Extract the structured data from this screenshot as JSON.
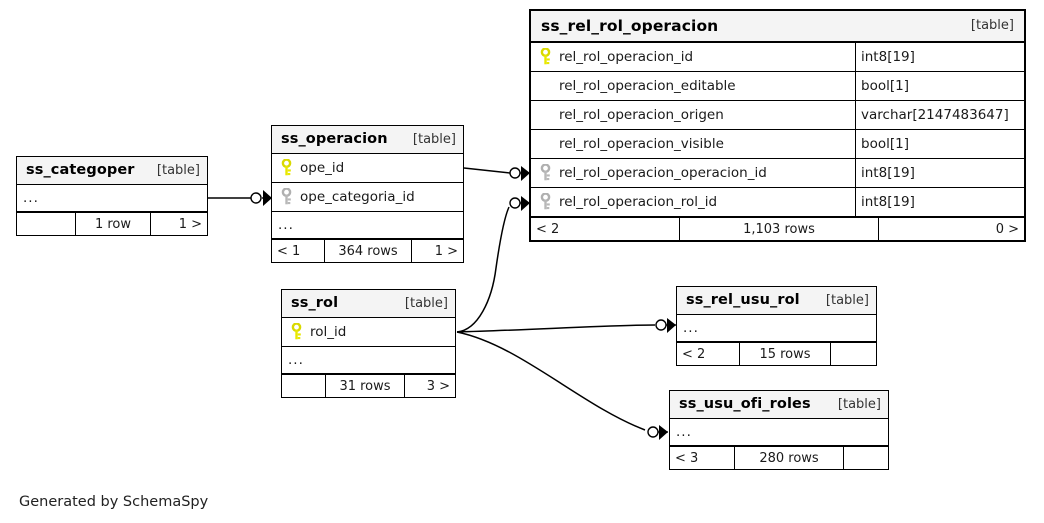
{
  "diagram": {
    "generator_text": "Generated by SchemaSpy",
    "type_label": "[table]",
    "ellipsis": "...",
    "colors": {
      "primary_key": "#e8e800",
      "foreign_key": "#b0b0b0",
      "header_bg": "#f4f4f4",
      "border": "#000000",
      "background": "#ffffff"
    }
  },
  "tables": [
    {
      "id": "ss_categoper",
      "name": "ss_categoper",
      "type": "[table]",
      "columns": [],
      "has_ellipsis": true,
      "ellipsis": "...",
      "footer": {
        "left": "",
        "middle": "1 row",
        "right": "1 >"
      }
    },
    {
      "id": "ss_operacion",
      "name": "ss_operacion",
      "type": "[table]",
      "columns": [
        {
          "key": "primary",
          "name": "ope_id",
          "type": ""
        },
        {
          "key": "foreign",
          "name": "ope_categoria_id",
          "type": ""
        }
      ],
      "has_ellipsis": true,
      "ellipsis": "...",
      "footer": {
        "left": "< 1",
        "middle": "364 rows",
        "right": "1 >"
      }
    },
    {
      "id": "ss_rel_rol_operacion",
      "name": "ss_rel_rol_operacion",
      "type": "[table]",
      "focal": true,
      "columns": [
        {
          "key": "primary",
          "name": "rel_rol_operacion_id",
          "type": "int8[19]"
        },
        {
          "key": "none",
          "name": "rel_rol_operacion_editable",
          "type": "bool[1]"
        },
        {
          "key": "none",
          "name": "rel_rol_operacion_origen",
          "type": "varchar[2147483647]"
        },
        {
          "key": "none",
          "name": "rel_rol_operacion_visible",
          "type": "bool[1]"
        },
        {
          "key": "foreign",
          "name": "rel_rol_operacion_operacion_id",
          "type": "int8[19]"
        },
        {
          "key": "foreign",
          "name": "rel_rol_operacion_rol_id",
          "type": "int8[19]"
        }
      ],
      "has_ellipsis": false,
      "footer": {
        "left": "< 2",
        "middle": "1,103 rows",
        "right": "0 >"
      }
    },
    {
      "id": "ss_rol",
      "name": "ss_rol",
      "type": "[table]",
      "columns": [
        {
          "key": "primary",
          "name": "rol_id",
          "type": ""
        }
      ],
      "has_ellipsis": true,
      "ellipsis": "...",
      "footer": {
        "left": "",
        "middle": "31 rows",
        "right": "3 >"
      }
    },
    {
      "id": "ss_rel_usu_rol",
      "name": "ss_rel_usu_rol",
      "type": "[table]",
      "columns": [],
      "has_ellipsis": true,
      "ellipsis": "...",
      "footer": {
        "left": "< 2",
        "middle": "15 rows",
        "right": ""
      }
    },
    {
      "id": "ss_usu_ofi_roles",
      "name": "ss_usu_ofi_roles",
      "type": "[table]",
      "columns": [],
      "has_ellipsis": true,
      "ellipsis": "...",
      "footer": {
        "left": "< 3",
        "middle": "280 rows",
        "right": ""
      }
    }
  ],
  "relationships": [
    {
      "from": "ss_categoper",
      "to": "ss_operacion",
      "to_column": "ope_categoria_id"
    },
    {
      "from": "ss_operacion",
      "to": "ss_rel_rol_operacion",
      "to_column": "rel_rol_operacion_operacion_id"
    },
    {
      "from": "ss_rol",
      "to": "ss_rel_rol_operacion",
      "to_column": "rel_rol_operacion_rol_id"
    },
    {
      "from": "ss_rol",
      "to": "ss_rel_usu_rol"
    },
    {
      "from": "ss_rol",
      "to": "ss_usu_ofi_roles"
    }
  ]
}
